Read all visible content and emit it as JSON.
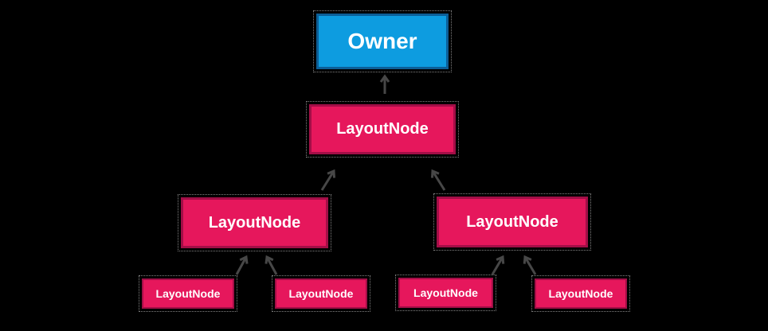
{
  "diagram": {
    "owner": {
      "label": "Owner"
    },
    "level1": {
      "label": "LayoutNode"
    },
    "level2_left": {
      "label": "LayoutNode"
    },
    "level2_right": {
      "label": "LayoutNode"
    },
    "leaf_1": {
      "label": "LayoutNode"
    },
    "leaf_2": {
      "label": "LayoutNode"
    },
    "leaf_3": {
      "label": "LayoutNode"
    },
    "leaf_4": {
      "label": "LayoutNode"
    },
    "edges": [
      {
        "from": "level1",
        "to": "owner"
      },
      {
        "from": "level2_left",
        "to": "level1"
      },
      {
        "from": "level2_right",
        "to": "level1"
      },
      {
        "from": "leaf_1",
        "to": "level2_left"
      },
      {
        "from": "leaf_2",
        "to": "level2_left"
      },
      {
        "from": "leaf_3",
        "to": "level2_right"
      },
      {
        "from": "leaf_4",
        "to": "level2_right"
      }
    ],
    "colors": {
      "bg": "#000000",
      "owner-fill": "#0d9ce0",
      "owner-border": "#0c5e97",
      "node-fill": "#e6175c",
      "node-border": "#a30e47",
      "arrow": "#474747",
      "text": "#ffffff"
    }
  }
}
